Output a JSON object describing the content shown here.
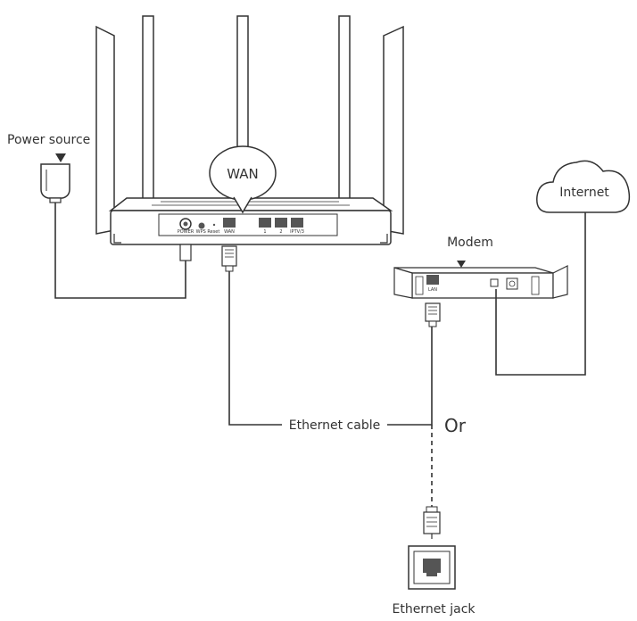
{
  "labels": {
    "power_source": "Power source",
    "wan_bubble": "WAN",
    "internet": "Internet",
    "modem": "Modem",
    "ethernet_cable": "Ethernet cable",
    "or": "Or",
    "ethernet_jack": "Ethernet jack"
  },
  "router_ports": {
    "power": "POWER",
    "wps_reset": "WPS Reset",
    "wan": "WAN",
    "lan1": "1",
    "lan2": "2",
    "iptv": "IPTV/3"
  },
  "modem_ports": {
    "lan": "LAN"
  },
  "colors": {
    "line": "#333333",
    "device_fill": "#ffffff",
    "port_fill": "#555555",
    "text": "#333333"
  },
  "icons": [
    "power-adapter-icon",
    "cloud-icon",
    "router-icon",
    "modem-icon",
    "wall-jack-icon",
    "rj45-plug-icon"
  ]
}
